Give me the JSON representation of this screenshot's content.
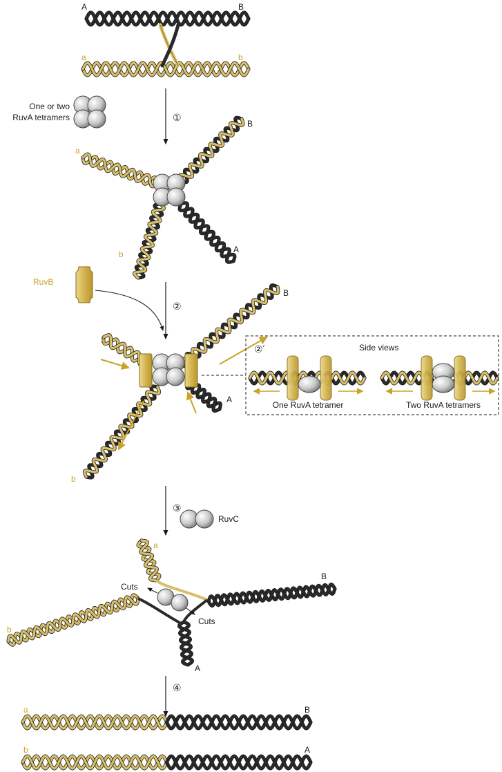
{
  "colors": {
    "dark_strand": "#2a2a2a",
    "gold_strand": "#d8bf6a",
    "gold_outline": "#8a6d12",
    "gold_label": "#c9a227",
    "protein_gray": "#c8c8c8",
    "arrow": "#1a1a1a"
  },
  "labels": {
    "top_A": "A",
    "top_B": "B",
    "top_a": "a",
    "top_b": "b",
    "ruva_line1": "One or two",
    "ruva_line2": "RuvA tetramers",
    "ruvb": "RuvB",
    "ruvc": "RuvC",
    "cuts_left": "Cuts",
    "cuts_right": "Cuts",
    "side_views": "Side views",
    "one_ruva": "One RuvA tetramer",
    "two_ruva": "Two RuvA tetramers",
    "s2_a": "a",
    "s2_b": "b",
    "s2_A": "A",
    "s2_B": "B",
    "s3_a": "a",
    "s3_b": "b",
    "s3_A": "A",
    "s3_B": "B",
    "s4_a": "a",
    "s4_b": "b",
    "s4_A": "A",
    "s4_B": "B",
    "bot_a": "a",
    "bot_B": "B",
    "bot_b": "b",
    "bot_A": "A"
  },
  "steps": {
    "s1": "①",
    "s2": "②",
    "s2p": "②′",
    "s3": "③",
    "s4": "④"
  },
  "icons": [
    "ruva-tetramer-icon",
    "ruvb-icon",
    "ruvc-dimer-icon"
  ]
}
